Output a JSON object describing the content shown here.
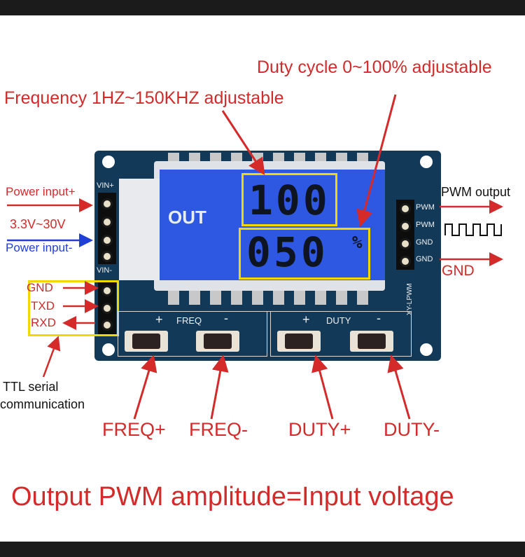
{
  "labels": {
    "duty_cycle": "Duty cycle 0~100% adjustable",
    "frequency": "Frequency 1HZ~150KHZ adjustable",
    "power_input_plus": "Power input+",
    "voltage_range": "3.3V~30V",
    "power_input_minus": "Power input-",
    "gnd_left": "GND",
    "txd": "TXD",
    "rxd": "RXD",
    "ttl_line1": "TTL serial",
    "ttl_line2": "communication",
    "pwm_output": "PWM output",
    "gnd_right": "GND",
    "freq_plus": "FREQ+",
    "freq_minus": "FREQ-",
    "duty_plus": "DUTY+",
    "duty_minus": "DUTY-",
    "bottom_note": "Output PWM amplitude=Input voltage"
  },
  "board": {
    "lcd_out": "OUT",
    "lcd_top_value": "100",
    "lcd_bottom_value": "050",
    "lcd_percent": "%",
    "vin_plus": "VIN+",
    "vin_minus": "VIN-",
    "pin_pwm_1": "PWM",
    "pin_pwm_2": "PWM",
    "pin_gnd_1": "GND",
    "pin_gnd_2": "GND",
    "freq_group": "FREQ",
    "duty_group": "DUTY",
    "model": "XY-LPWM",
    "plus_sign": "+",
    "minus_sign": "-"
  },
  "colors": {
    "annotation": "#d42a2a",
    "power_minus_arrow": "#1f3fd6",
    "highlight_box": "#f0d800",
    "pcb": "#123a58",
    "lcd": "#2f58e2"
  }
}
